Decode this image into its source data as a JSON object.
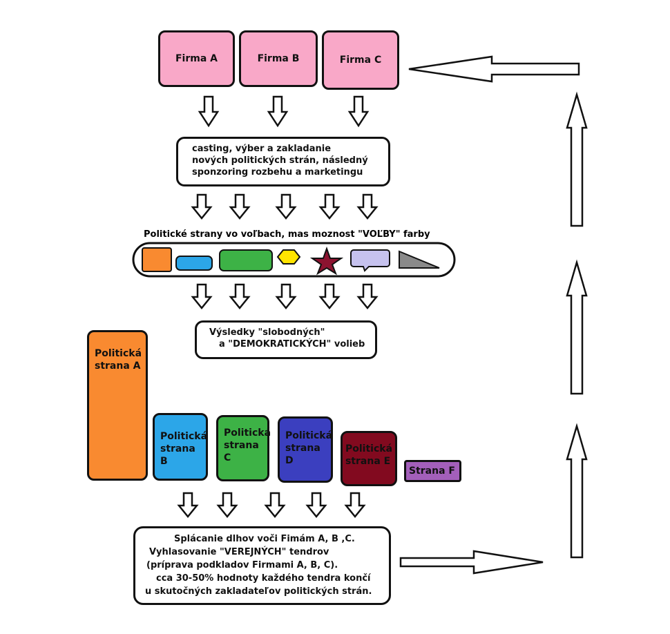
{
  "firms": [
    "Firma A",
    "Firma B",
    "Firma C"
  ],
  "casting": {
    "lines": [
      "casting, výber a zakladanie",
      "nových politických strán, následný",
      "sponzoring rozbehu a marketingu"
    ]
  },
  "elections_title": "Politické strany vo voľbach, mas moznost \"VOĽBY\" farby",
  "results": {
    "lines": [
      "Výsledky \"slobodných\"",
      "a \"DEMOKRATICKÝCH\" volieb"
    ]
  },
  "parties": [
    {
      "line1": "Politická",
      "line2": "strana A",
      "color": "#f98a30"
    },
    {
      "line1": "Politická",
      "line2": "strana B",
      "color": "#2ca6e8"
    },
    {
      "line1": "Politická",
      "line2": "strana C",
      "color": "#3db246"
    },
    {
      "line1": "Politická",
      "line2": "strana D",
      "color": "#3b3fbf"
    },
    {
      "line1": "Politická",
      "line2": "strana E",
      "color": "#820a1f"
    },
    {
      "line1": "Strana F",
      "line2": "",
      "color": "#a35fba"
    }
  ],
  "bottom": {
    "lines": [
      "Splácanie dlhov voči Fimám A, B ,C.",
      "Vyhlasovanie \"VEREJNÝCH\" tendrov",
      "(príprava podkladov Firmami A, B, C).",
      "cca 30-50% hodnoty každého tendra končí",
      "u skutočných zakladateľov politických strán."
    ]
  },
  "legend_colors": [
    "#f98a30",
    "#2ca6e8",
    "#3db246",
    "#ffe400",
    "#8c1330",
    "#c6c2ee",
    "#8a8a8a"
  ]
}
